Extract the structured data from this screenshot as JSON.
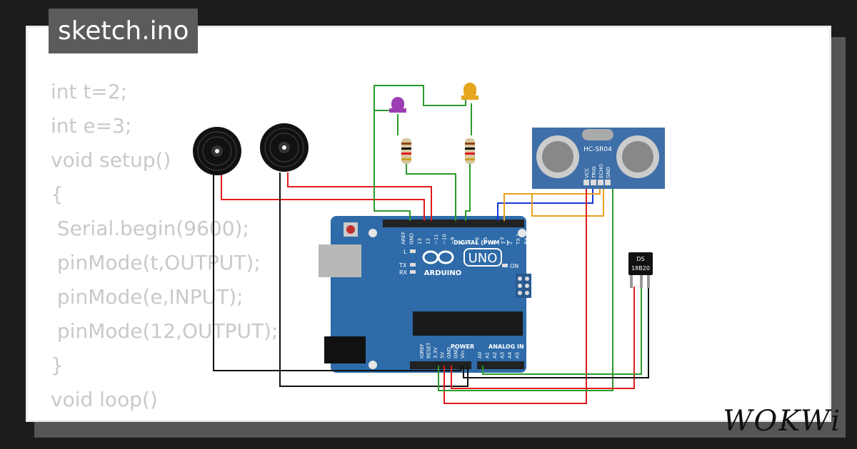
{
  "tab": {
    "title": "sketch.ino"
  },
  "code": {
    "lines": [
      "int t=2;",
      "int e=3;",
      "void setup()",
      "{",
      " Serial.begin(9600);",
      " pinMode(t,OUTPUT);",
      " pinMode(e,INPUT);",
      " pinMode(12,OUTPUT);",
      "}",
      "void loop()",
      "{"
    ]
  },
  "board": {
    "uno_label": "UNO",
    "brand_label": "ARDUINO",
    "digital_label": "DIGITAL (PWM ~)",
    "power_label": "POWER",
    "analog_label": "ANALOG IN",
    "on_label": "ON",
    "l_label": "L",
    "tx_label": "TX",
    "rx_label": "RX",
    "digital_pins": [
      "AREF",
      "GND",
      "13",
      "12",
      "~11",
      "~10",
      "~9",
      "8",
      "7",
      "~6",
      "~5",
      "4",
      "~3",
      "2",
      "TX 1",
      "RX 0"
    ],
    "power_pins": [
      "IOREF",
      "RESET",
      "3.3V",
      "5V",
      "GND",
      "GND",
      "Vin"
    ],
    "analog_pins": [
      "A0",
      "A1",
      "A2",
      "A3",
      "A4",
      "A5"
    ]
  },
  "sensor": {
    "label": "HC-SR04",
    "pins": [
      "VCC",
      "TRIG",
      "ECHO",
      "GND"
    ]
  },
  "temp_sensor": {
    "label_line1": "DS",
    "label_line2": "18B20"
  },
  "brand": {
    "text": "WOKWi"
  },
  "colors": {
    "board": "#2e6ba8",
    "sensor": "#3e6fa8",
    "wire_red": "#e01b1b",
    "wire_green": "#2a9a2a",
    "wire_orange": "#e8a020",
    "wire_blue": "#1a35d8",
    "wire_black": "#111111",
    "led_purple": "#9c3fb5",
    "led_yellow": "#e5a620"
  }
}
